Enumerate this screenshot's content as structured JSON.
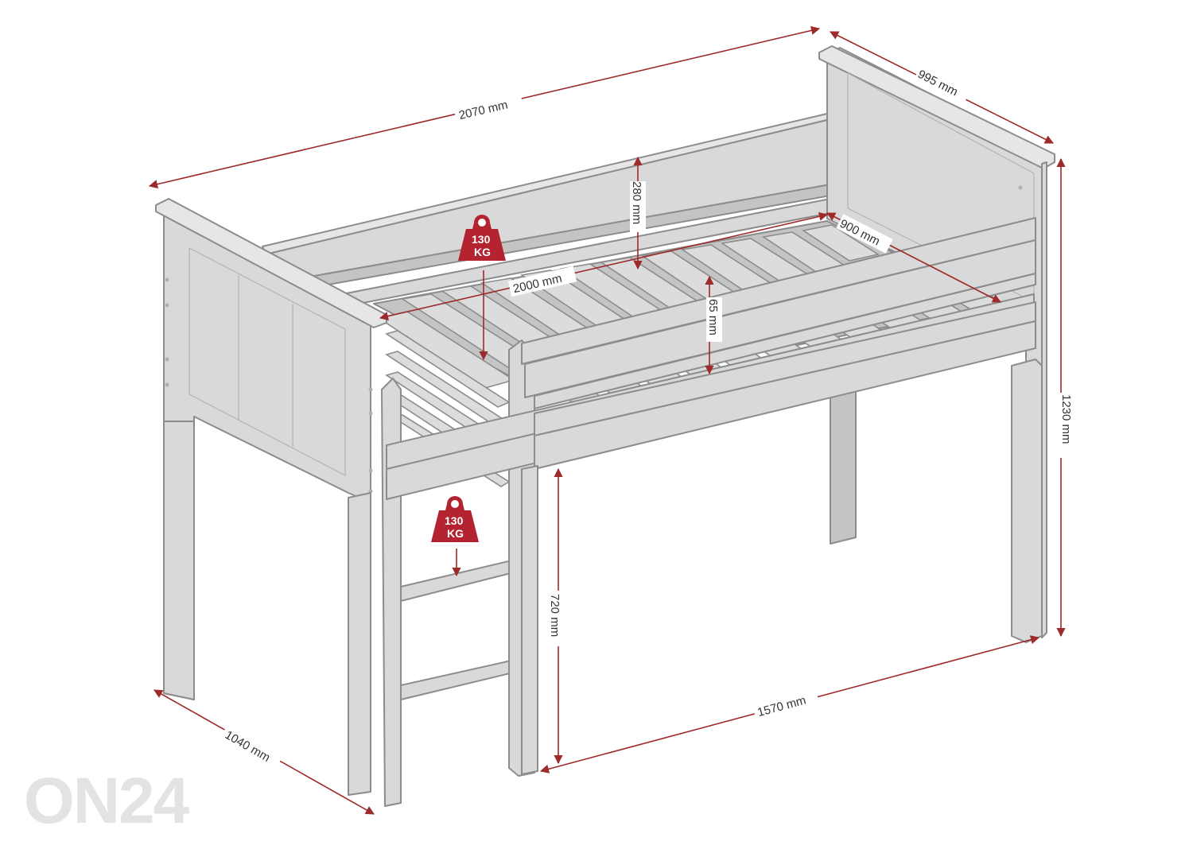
{
  "dimensions": {
    "total_length": "2070 mm",
    "total_depth": "995 mm",
    "total_height": "1230 mm",
    "guard_height": "280 mm",
    "mattress_width": "900 mm",
    "mattress_length": "2000 mm",
    "slat_offset": "65 mm",
    "ladder_depth": "1040 mm",
    "underbed_height": "720 mm",
    "underbed_length": "1570 mm"
  },
  "load_badges": [
    {
      "value": "130",
      "unit": "KG"
    },
    {
      "value": "130",
      "unit": "KG"
    }
  ],
  "colors": {
    "dimension": "#9e2a2b",
    "badge": "#b32430",
    "furniture": "#d9d9d9",
    "outline": "#8c8c8c"
  },
  "watermark": "ON24"
}
